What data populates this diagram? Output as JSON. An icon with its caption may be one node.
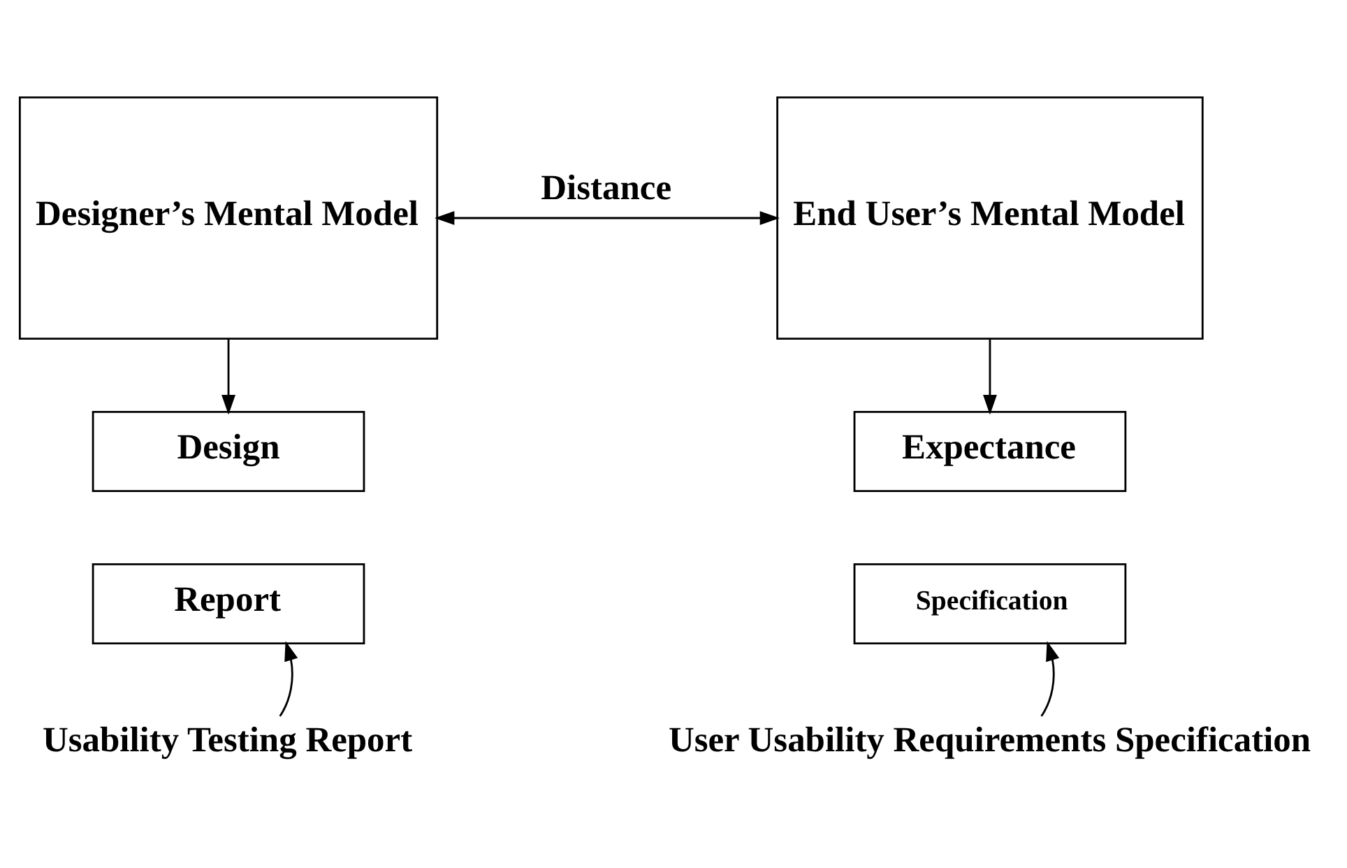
{
  "diagram": {
    "nodes": [
      {
        "text": [
          "Designer’s Mental Model"
        ]
      },
      {
        "text": [
          "End User’s Mental Model"
        ]
      },
      {
        "text": [
          "Design"
        ]
      },
      {
        "text": [
          "Expectance"
        ]
      },
      {
        "text": [
          "Report"
        ]
      },
      {
        "text": [
          "Specification"
        ]
      },
      {
        "text": [
          "Usability Testing Report"
        ]
      },
      {
        "text": [
          "User Usability Requirements Specification"
        ]
      }
    ],
    "edges": [
      {
        "from": 0,
        "to": 1,
        "arrow": "both",
        "label": "Distance"
      },
      {
        "from": 0,
        "to": 2,
        "arrow": "to"
      },
      {
        "from": 1,
        "to": 3,
        "arrow": "to"
      },
      {
        "from": 6,
        "to": 4,
        "arrow": "to"
      },
      {
        "from": 7,
        "to": 5,
        "arrow": "to"
      }
    ]
  }
}
